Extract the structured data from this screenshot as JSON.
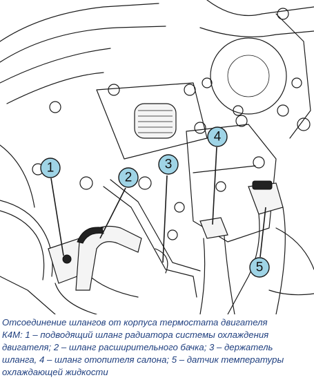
{
  "callouts": [
    {
      "label": "1"
    },
    {
      "label": "2"
    },
    {
      "label": "3"
    },
    {
      "label": "4"
    },
    {
      "label": "5"
    }
  ],
  "caption": {
    "lines": [
      "Отсоединение шлангов от корпуса термостата двигателя",
      "К4М: 1 – подводящий шланг радиатора системы охлаждения",
      "двигателя; 2 – шланг расширительного бачка; 3 – держатель",
      "шланга, 4 – шланг отопителя салона; 5 – датчик температуры",
      "охлаждающей жидкости"
    ]
  },
  "colors": {
    "callout_fill": "#9fd4e6",
    "caption_text": "#1f3f7f"
  }
}
